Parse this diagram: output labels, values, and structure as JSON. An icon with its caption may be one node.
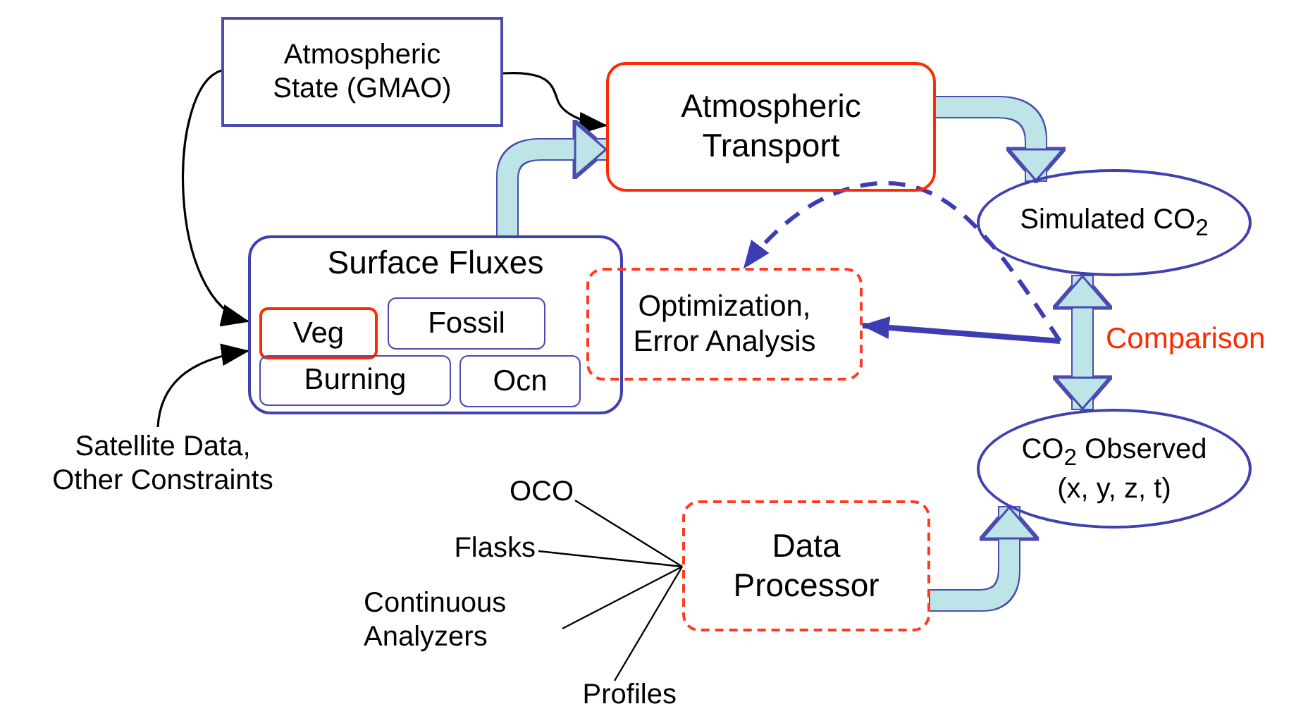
{
  "diagram": {
    "nodes": [
      {
        "text": [
          "Atmospheric State (GMAO)"
        ]
      },
      {
        "text": [
          "Atmospheric Transport"
        ]
      },
      {
        "text": [
          "Simulated CO$_{2}$"
        ]
      },
      {
        "text": [
          "Surface Fluxes"
        ]
      },
      {
        "text": [
          "Veg"
        ],
        "in": 3
      },
      {
        "text": [
          "Fossil"
        ],
        "in": 3
      },
      {
        "text": [
          "Burning"
        ],
        "in": 3
      },
      {
        "text": [
          "Ocn"
        ],
        "in": 3
      },
      {
        "text": [
          "Optimization, Error Analysis"
        ]
      },
      {
        "text": [
          "CO$_{2}$ Observed (x, y, z, t)"
        ]
      },
      {
        "text": [
          "Satellite Data, Other Constraints"
        ]
      },
      {
        "text": [
          "Data Processor"
        ]
      },
      {
        "text": [
          "OCO"
        ]
      },
      {
        "text": [
          "Flasks"
        ]
      },
      {
        "text": [
          "Continuous Analyzers"
        ]
      },
      {
        "text": [
          "Profiles"
        ]
      }
    ],
    "edges": [
      {
        "from": 0,
        "to": 1,
        "arrow": "to"
      },
      {
        "from": 0,
        "to": 3,
        "arrow": "to"
      },
      {
        "from": 10,
        "to": 3,
        "arrow": "to"
      },
      {
        "from": 3,
        "to": 1,
        "arrow": "to",
        "style": "thick",
        "color": "#bde5e8"
      },
      {
        "from": 1,
        "to": 2,
        "arrow": "to",
        "style": "thick",
        "color": "#bde5e8"
      },
      {
        "from": 2,
        "to": 9,
        "arrow": "both",
        "label": "Comparison",
        "style": "thick",
        "color": "#bde5e8"
      },
      {
        "from": 11,
        "to": 9,
        "arrow": "to",
        "style": "thick",
        "color": "#bde5e8"
      },
      {
        "from": null,
        "to": 8,
        "arrow": "to",
        "style": "dashed",
        "color": "#3c3cb4"
      },
      {
        "from": null,
        "to": 8,
        "arrow": "to",
        "style": "thick",
        "color": "#3c3cb4"
      },
      {
        "from": 12,
        "to": 11,
        "arrow": "none"
      },
      {
        "from": 13,
        "to": 11,
        "arrow": "none"
      },
      {
        "from": 14,
        "to": 11,
        "arrow": "none"
      },
      {
        "from": 15,
        "to": 11,
        "arrow": "none"
      }
    ]
  }
}
